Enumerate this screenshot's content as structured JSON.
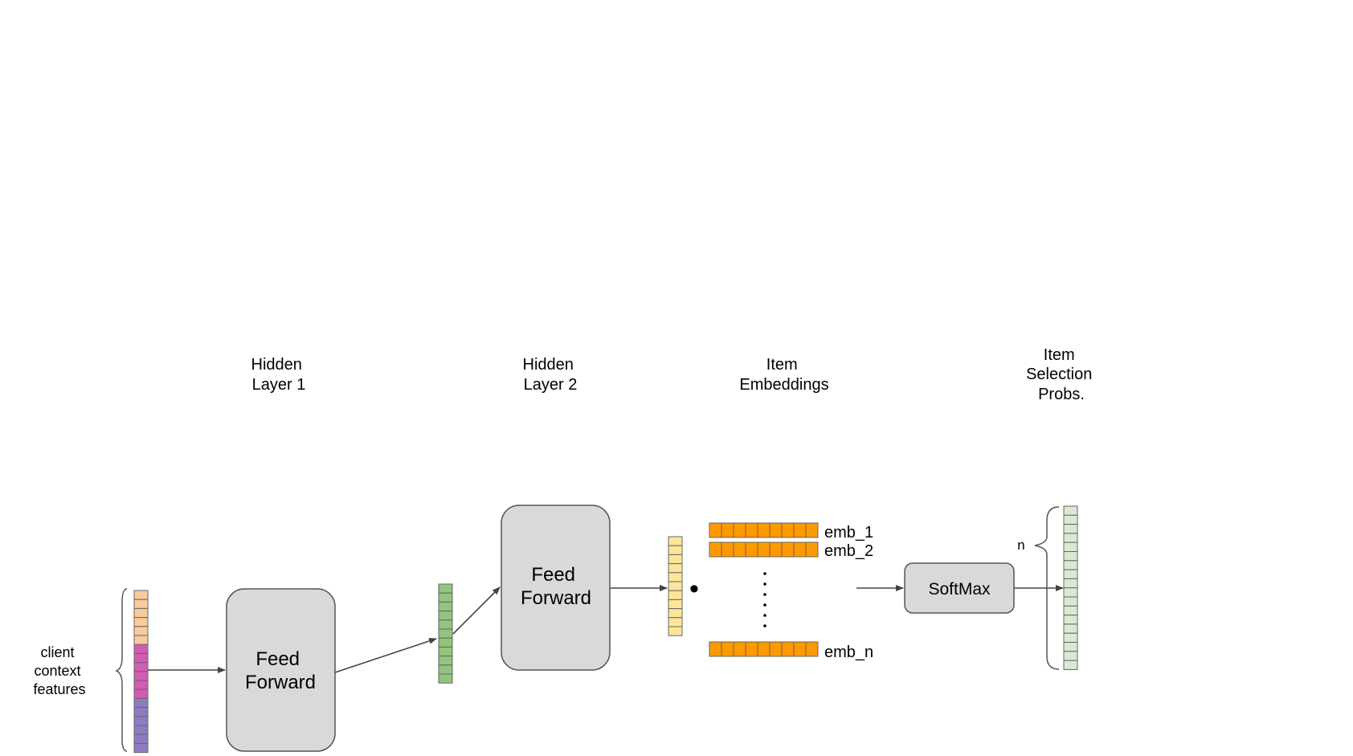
{
  "headings": {
    "hidden1": [
      "Hidden",
      "Layer 1"
    ],
    "hidden2": [
      "Hidden",
      "Layer 2"
    ],
    "item_emb": [
      "Item",
      "Embeddings"
    ],
    "item_probs": [
      "Item",
      "Selection",
      "Probs."
    ]
  },
  "input_label": [
    "client",
    "context",
    "features"
  ],
  "ff1": [
    "Feed",
    "Forward"
  ],
  "ff2": [
    "Feed",
    "Forward"
  ],
  "softmax": "SoftMax",
  "emb_labels": [
    "emb_1",
    "emb_2",
    "emb_n"
  ],
  "n_label": "n",
  "dot_operator": "•",
  "colors": {
    "input_peach": "#f9cb9c",
    "input_magenta": "#d45bb4",
    "input_purple": "#8e7cc3",
    "hidden1_green": "#93c47d",
    "hidden2_yellow": "#ffe599",
    "embedding_orange": "#ff9900",
    "output_lightgreen": "#d9ead3",
    "box_fill": "#d9d9d9"
  }
}
